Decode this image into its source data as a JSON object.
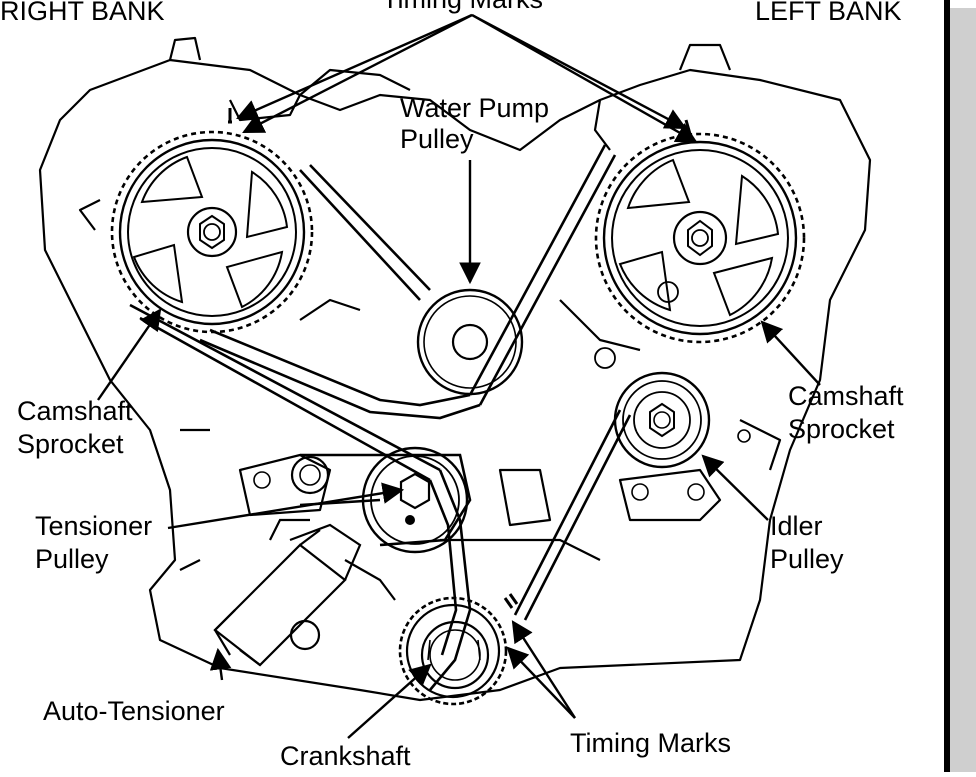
{
  "labels": {
    "right_bank": "RIGHT BANK",
    "left_bank": "LEFT BANK",
    "timing_marks_top": "Timing Marks",
    "water_pump_line1": "Water Pump",
    "water_pump_line2": "Pulley",
    "camshaft_left_line1": "Camshaft",
    "camshaft_left_line2": "Sprocket",
    "camshaft_right_line1": "Camshaft",
    "camshaft_right_line2": "Sprocket",
    "tensioner_line1": "Tensioner",
    "tensioner_line2": "Pulley",
    "idler_line1": "Idler",
    "idler_line2": "Pulley",
    "auto_tensioner": "Auto-Tensioner",
    "crankshaft": "Crankshaft",
    "timing_marks_bottom": "Timing Marks"
  },
  "colors": {
    "ink": "#000000",
    "paper": "#ffffff"
  }
}
